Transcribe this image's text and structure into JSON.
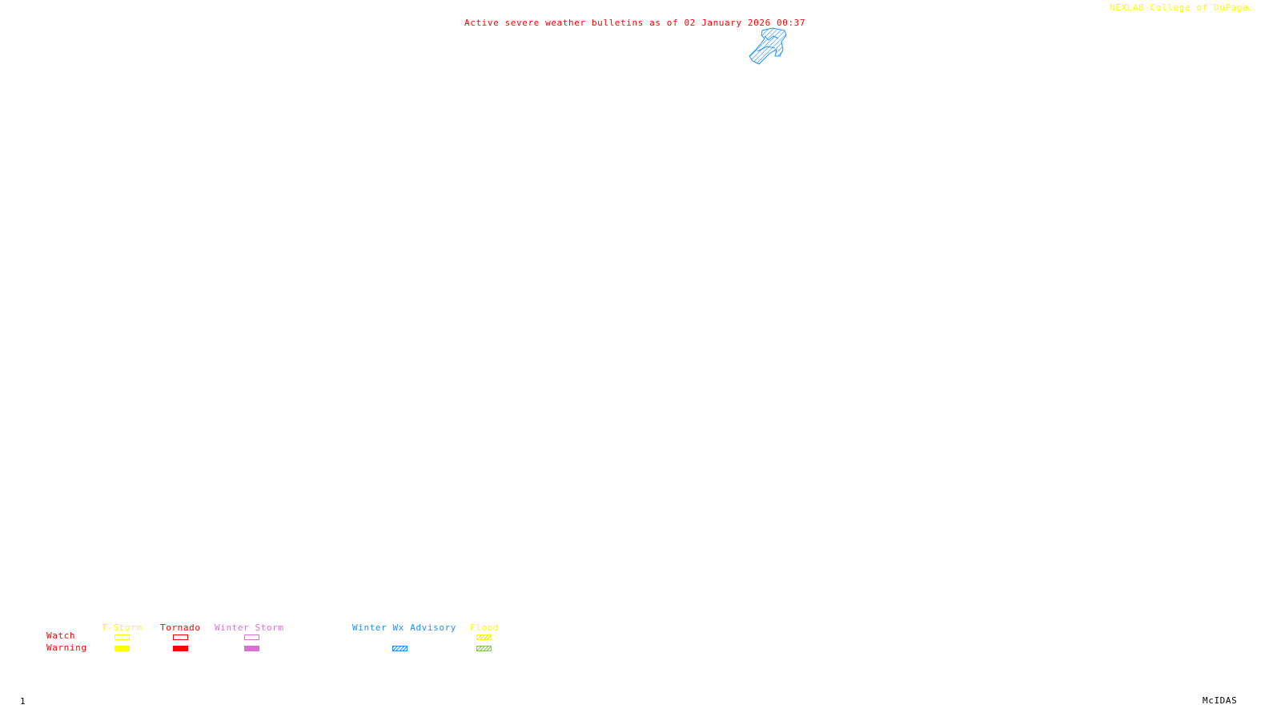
{
  "header": {
    "title": "Active severe weather bulletins as of 02 January 2026 00:37",
    "credit": "NEXLAB-College of DuPage",
    "credit_icon": "cursor-arrow-icon"
  },
  "map": {
    "active_areas": [
      {
        "type": "Winter Wx Advisory",
        "style": "hatched",
        "color": "#1e90ff"
      }
    ]
  },
  "legend": {
    "row_labels": {
      "watch": "Watch",
      "warning": "Warning"
    },
    "columns": [
      {
        "label": "T-Storm",
        "color": "#ffff00",
        "watch": "outline",
        "warning": "filled"
      },
      {
        "label": "Tornado",
        "color": "#ff0000",
        "watch": "outline",
        "warning": "filled"
      },
      {
        "label": "Winter Storm",
        "color": "#da70d6",
        "watch": "outline",
        "warning": "filled"
      },
      {
        "label": "Winter Wx Advisory",
        "color": "#1e90ff",
        "watch": null,
        "warning": "hatched"
      },
      {
        "label": "Flood",
        "color": "#ffff00",
        "watch": "hatched",
        "warning": "hatched",
        "warning_color": "#7ccd3a"
      }
    ]
  },
  "footer": {
    "frame_number": "1",
    "software": "McIDAS"
  }
}
